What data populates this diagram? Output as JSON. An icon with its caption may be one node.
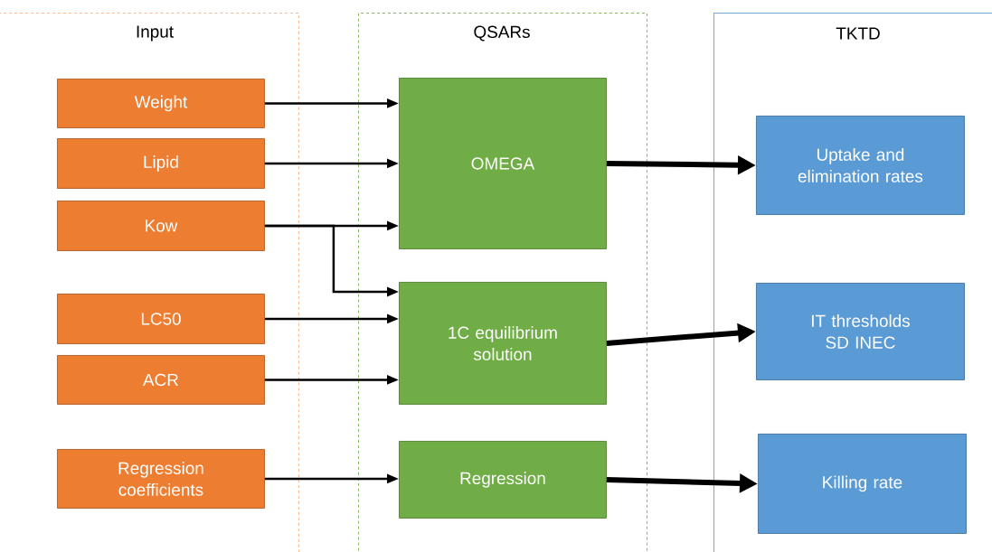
{
  "diagram": {
    "nodes": [
      {
        "text": [
          "Input"
        ]
      },
      {
        "text": [
          "QSARs"
        ]
      },
      {
        "text": [
          "TKTD"
        ]
      },
      {
        "text": [
          "Weight"
        ],
        "in": 0
      },
      {
        "text": [
          "Lipid"
        ],
        "in": 0
      },
      {
        "text": [
          "Kow"
        ],
        "in": 0
      },
      {
        "text": [
          "LC50"
        ],
        "in": 0
      },
      {
        "text": [
          "ACR"
        ],
        "in": 0
      },
      {
        "text": [
          "Regression coefficients"
        ],
        "in": 0
      },
      {
        "text": [
          "OMEGA"
        ],
        "in": 1
      },
      {
        "text": [
          "1C equilibrium solution"
        ],
        "in": 1
      },
      {
        "text": [
          "Regression"
        ],
        "in": 1
      },
      {
        "text": [
          "Uptake and elimination rates"
        ],
        "in": 2
      },
      {
        "text": [
          "IT thresholds SD INEC"
        ],
        "in": 2
      },
      {
        "text": [
          "Killing rate"
        ],
        "in": 2
      }
    ],
    "edges": [
      {
        "from": 3,
        "to": 9,
        "arrow": "to"
      },
      {
        "from": 4,
        "to": 9,
        "arrow": "to"
      },
      {
        "from": 5,
        "to": 9,
        "arrow": "to"
      },
      {
        "from": 5,
        "to": 10,
        "arrow": "to"
      },
      {
        "from": 6,
        "to": 10,
        "arrow": "to"
      },
      {
        "from": 7,
        "to": 10,
        "arrow": "to"
      },
      {
        "from": 8,
        "to": 11,
        "arrow": "to"
      },
      {
        "from": 9,
        "to": 12,
        "arrow": "to",
        "style": "thick"
      },
      {
        "from": 10,
        "to": 13,
        "arrow": "to",
        "style": "thick"
      },
      {
        "from": 11,
        "to": 14,
        "arrow": "to",
        "style": "thick"
      }
    ]
  }
}
